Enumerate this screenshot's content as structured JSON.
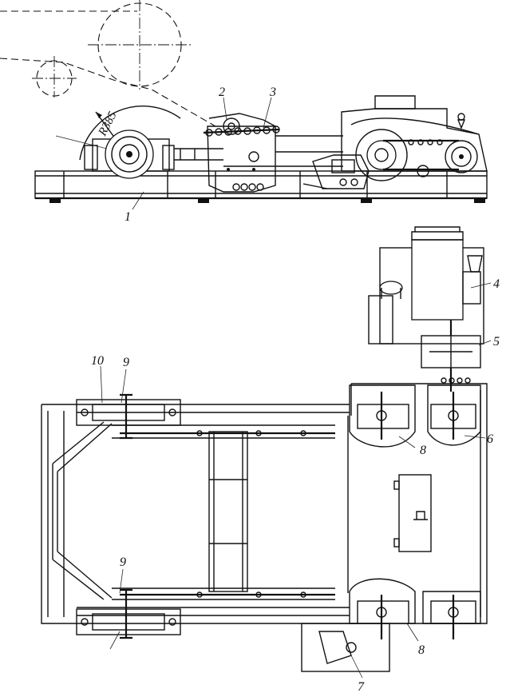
{
  "drawing": {
    "radius_label": "R385",
    "callouts": [
      {
        "id": "1",
        "text": "1"
      },
      {
        "id": "2",
        "text": "2"
      },
      {
        "id": "3",
        "text": "3"
      },
      {
        "id": "4",
        "text": "4"
      },
      {
        "id": "5",
        "text": "5"
      },
      {
        "id": "6",
        "text": "6"
      },
      {
        "id": "7",
        "text": "7"
      },
      {
        "id": "8a",
        "text": "8"
      },
      {
        "id": "8b",
        "text": "8"
      },
      {
        "id": "9a",
        "text": "9"
      },
      {
        "id": "9b",
        "text": "9"
      },
      {
        "id": "10",
        "text": "10"
      }
    ]
  }
}
